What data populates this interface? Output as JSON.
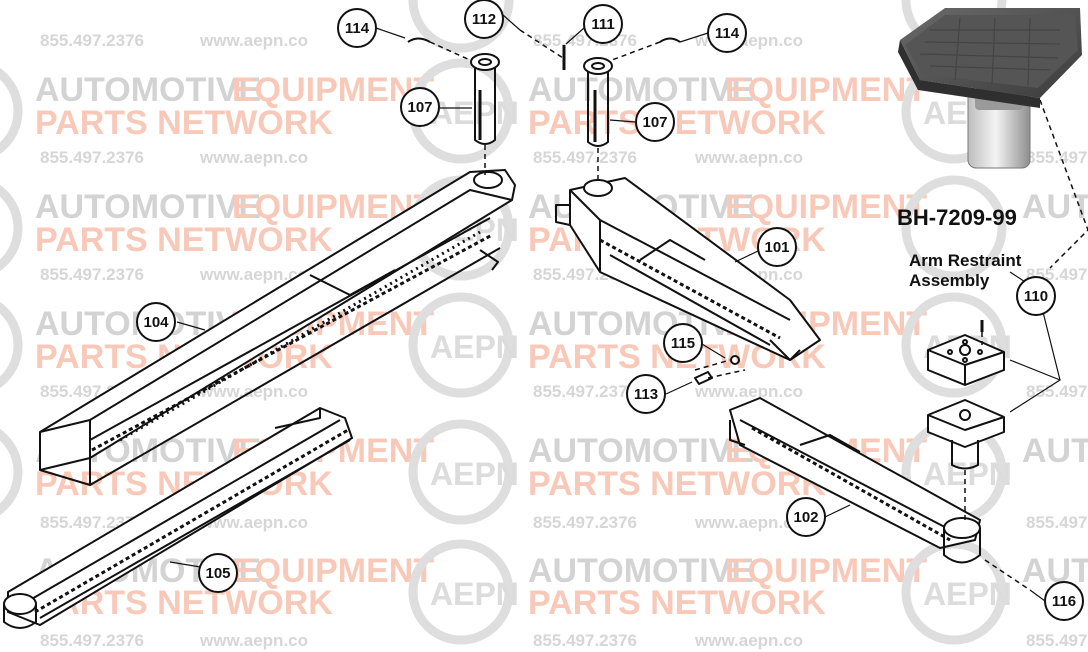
{
  "watermark": {
    "line1_a": "AUTOMOTIVE",
    "line1_b": "EQUIPMENT",
    "line2": "PARTS NETWORK",
    "phone": "855.497.2376",
    "url": "www.aepn.co",
    "logo": "AEPN",
    "colors": {
      "gray": "#cfcfcf",
      "orange": "#f6c6b6",
      "logo": "#d8d8d8"
    }
  },
  "assembly": {
    "part_number": "BH-7209-99",
    "name_line1": "Arm Restraint",
    "name_line2": "Assembly"
  },
  "callouts": {
    "c114_left": "114",
    "c112": "112",
    "c111": "111",
    "c114_right": "114",
    "c107_left": "107",
    "c107_right": "107",
    "c101": "101",
    "c104": "104",
    "c115": "115",
    "c113": "113",
    "c110": "110",
    "c102": "102",
    "c105": "105",
    "c116": "116"
  }
}
